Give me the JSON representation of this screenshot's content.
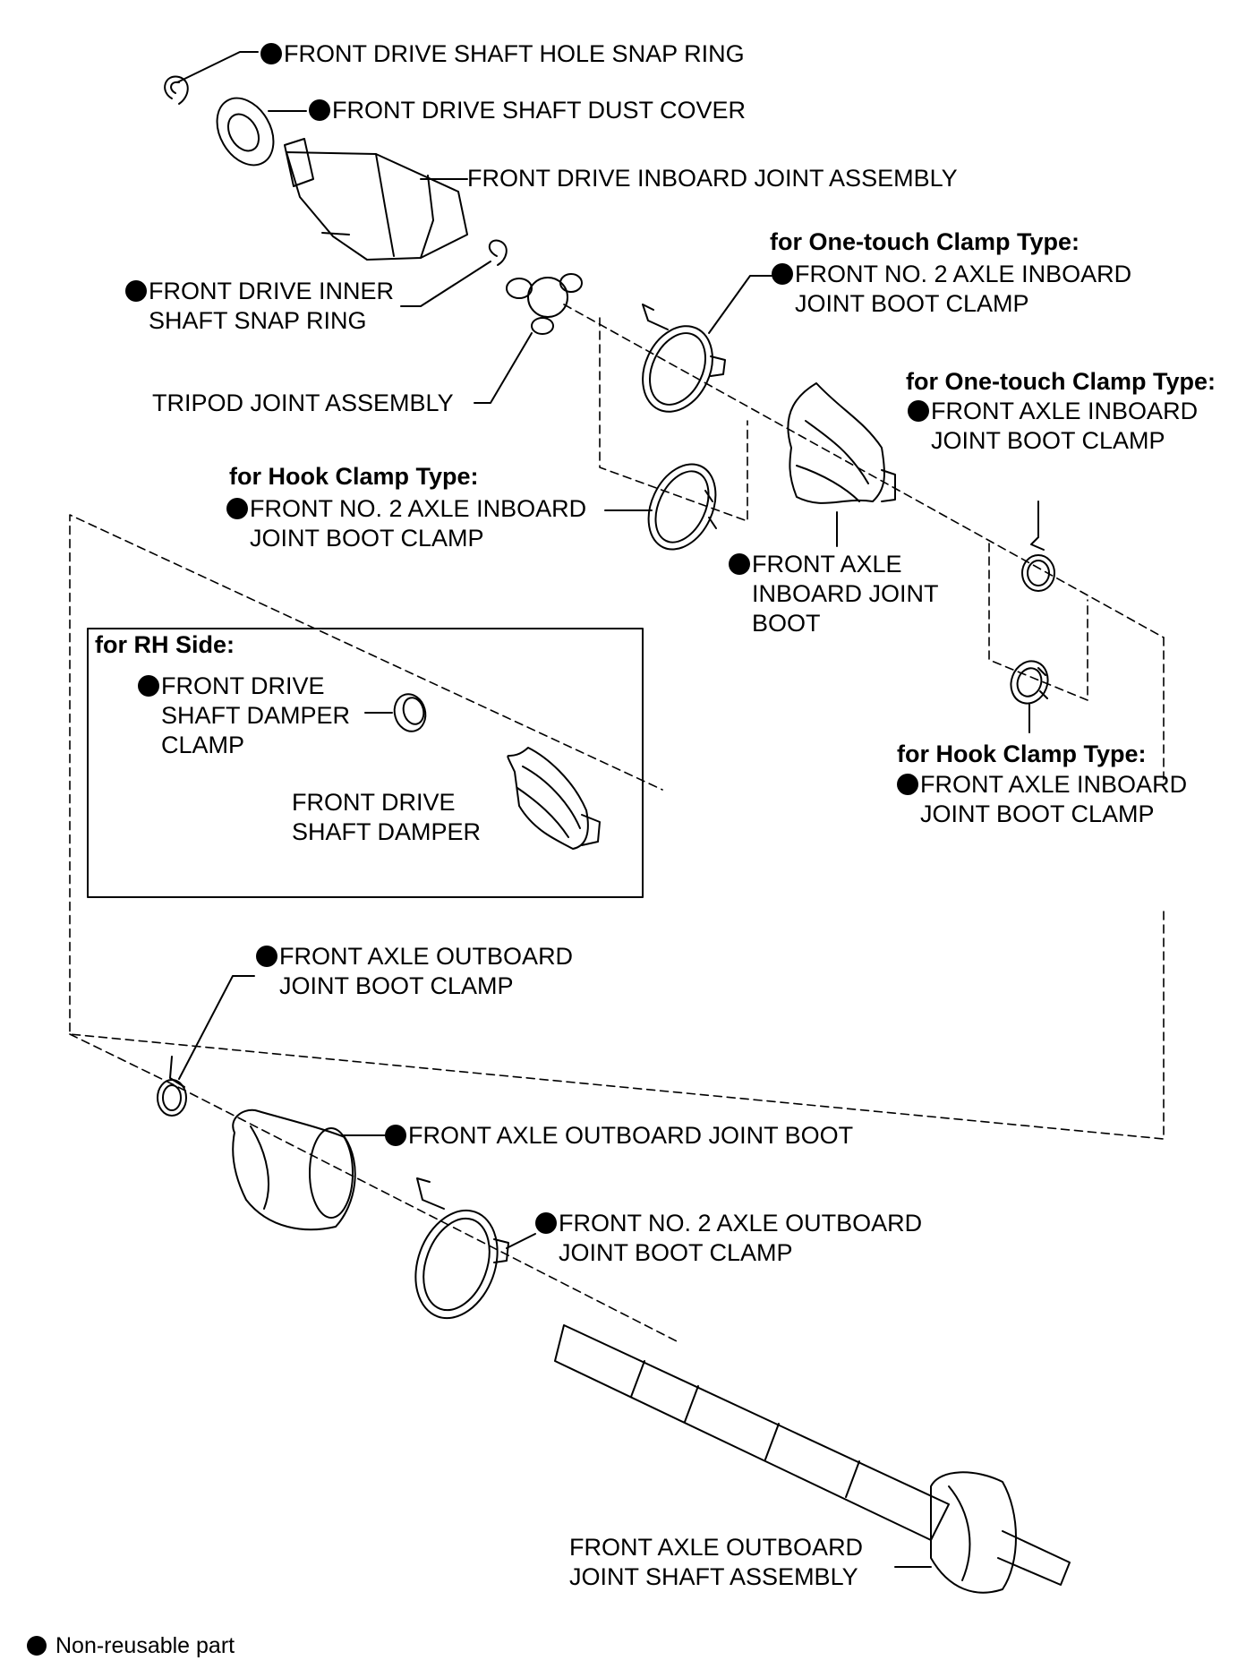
{
  "colors": {
    "ink": "#000000",
    "paper": "#ffffff"
  },
  "icons": {
    "non_reusable_marker": "filled-black-circle"
  },
  "labels": {
    "hole_snap_ring": "FRONT DRIVE SHAFT HOLE SNAP RING",
    "dust_cover": "FRONT DRIVE SHAFT DUST COVER",
    "inboard_joint_assembly": "FRONT DRIVE INBOARD JOINT ASSEMBLY",
    "inner_snap_ring": [
      "FRONT DRIVE INNER",
      "SHAFT SNAP RING"
    ],
    "tripod_joint": "TRIPOD JOINT ASSEMBLY",
    "one_touch_heading_1": "for One-touch Clamp Type:",
    "no2_inboard_clamp_one_touch": [
      "FRONT NO. 2 AXLE INBOARD",
      "JOINT BOOT CLAMP"
    ],
    "one_touch_heading_2": "for One-touch Clamp Type:",
    "inboard_clamp_one_touch": [
      "FRONT AXLE INBOARD",
      "JOINT BOOT CLAMP"
    ],
    "hook_heading_1": "for Hook Clamp Type:",
    "no2_inboard_clamp_hook": [
      "FRONT NO. 2 AXLE INBOARD",
      "JOINT BOOT CLAMP"
    ],
    "inboard_boot": [
      "FRONT AXLE",
      "INBOARD JOINT",
      "BOOT"
    ],
    "rh_side_heading": "for RH Side:",
    "damper_clamp": [
      "FRONT DRIVE",
      "SHAFT DAMPER",
      "CLAMP"
    ],
    "damper": [
      "FRONT DRIVE",
      "SHAFT DAMPER"
    ],
    "hook_heading_2": "for Hook Clamp Type:",
    "inboard_clamp_hook": [
      "FRONT AXLE INBOARD",
      "JOINT BOOT CLAMP"
    ],
    "outboard_clamp": [
      "FRONT AXLE OUTBOARD",
      "JOINT BOOT CLAMP"
    ],
    "outboard_boot": "FRONT AXLE OUTBOARD JOINT BOOT",
    "no2_outboard_clamp": [
      "FRONT NO. 2 AXLE OUTBOARD",
      "JOINT BOOT CLAMP"
    ],
    "outboard_shaft_assembly": [
      "FRONT AXLE OUTBOARD",
      "JOINT SHAFT ASSEMBLY"
    ]
  },
  "legend": {
    "text": "Non-reusable part"
  }
}
